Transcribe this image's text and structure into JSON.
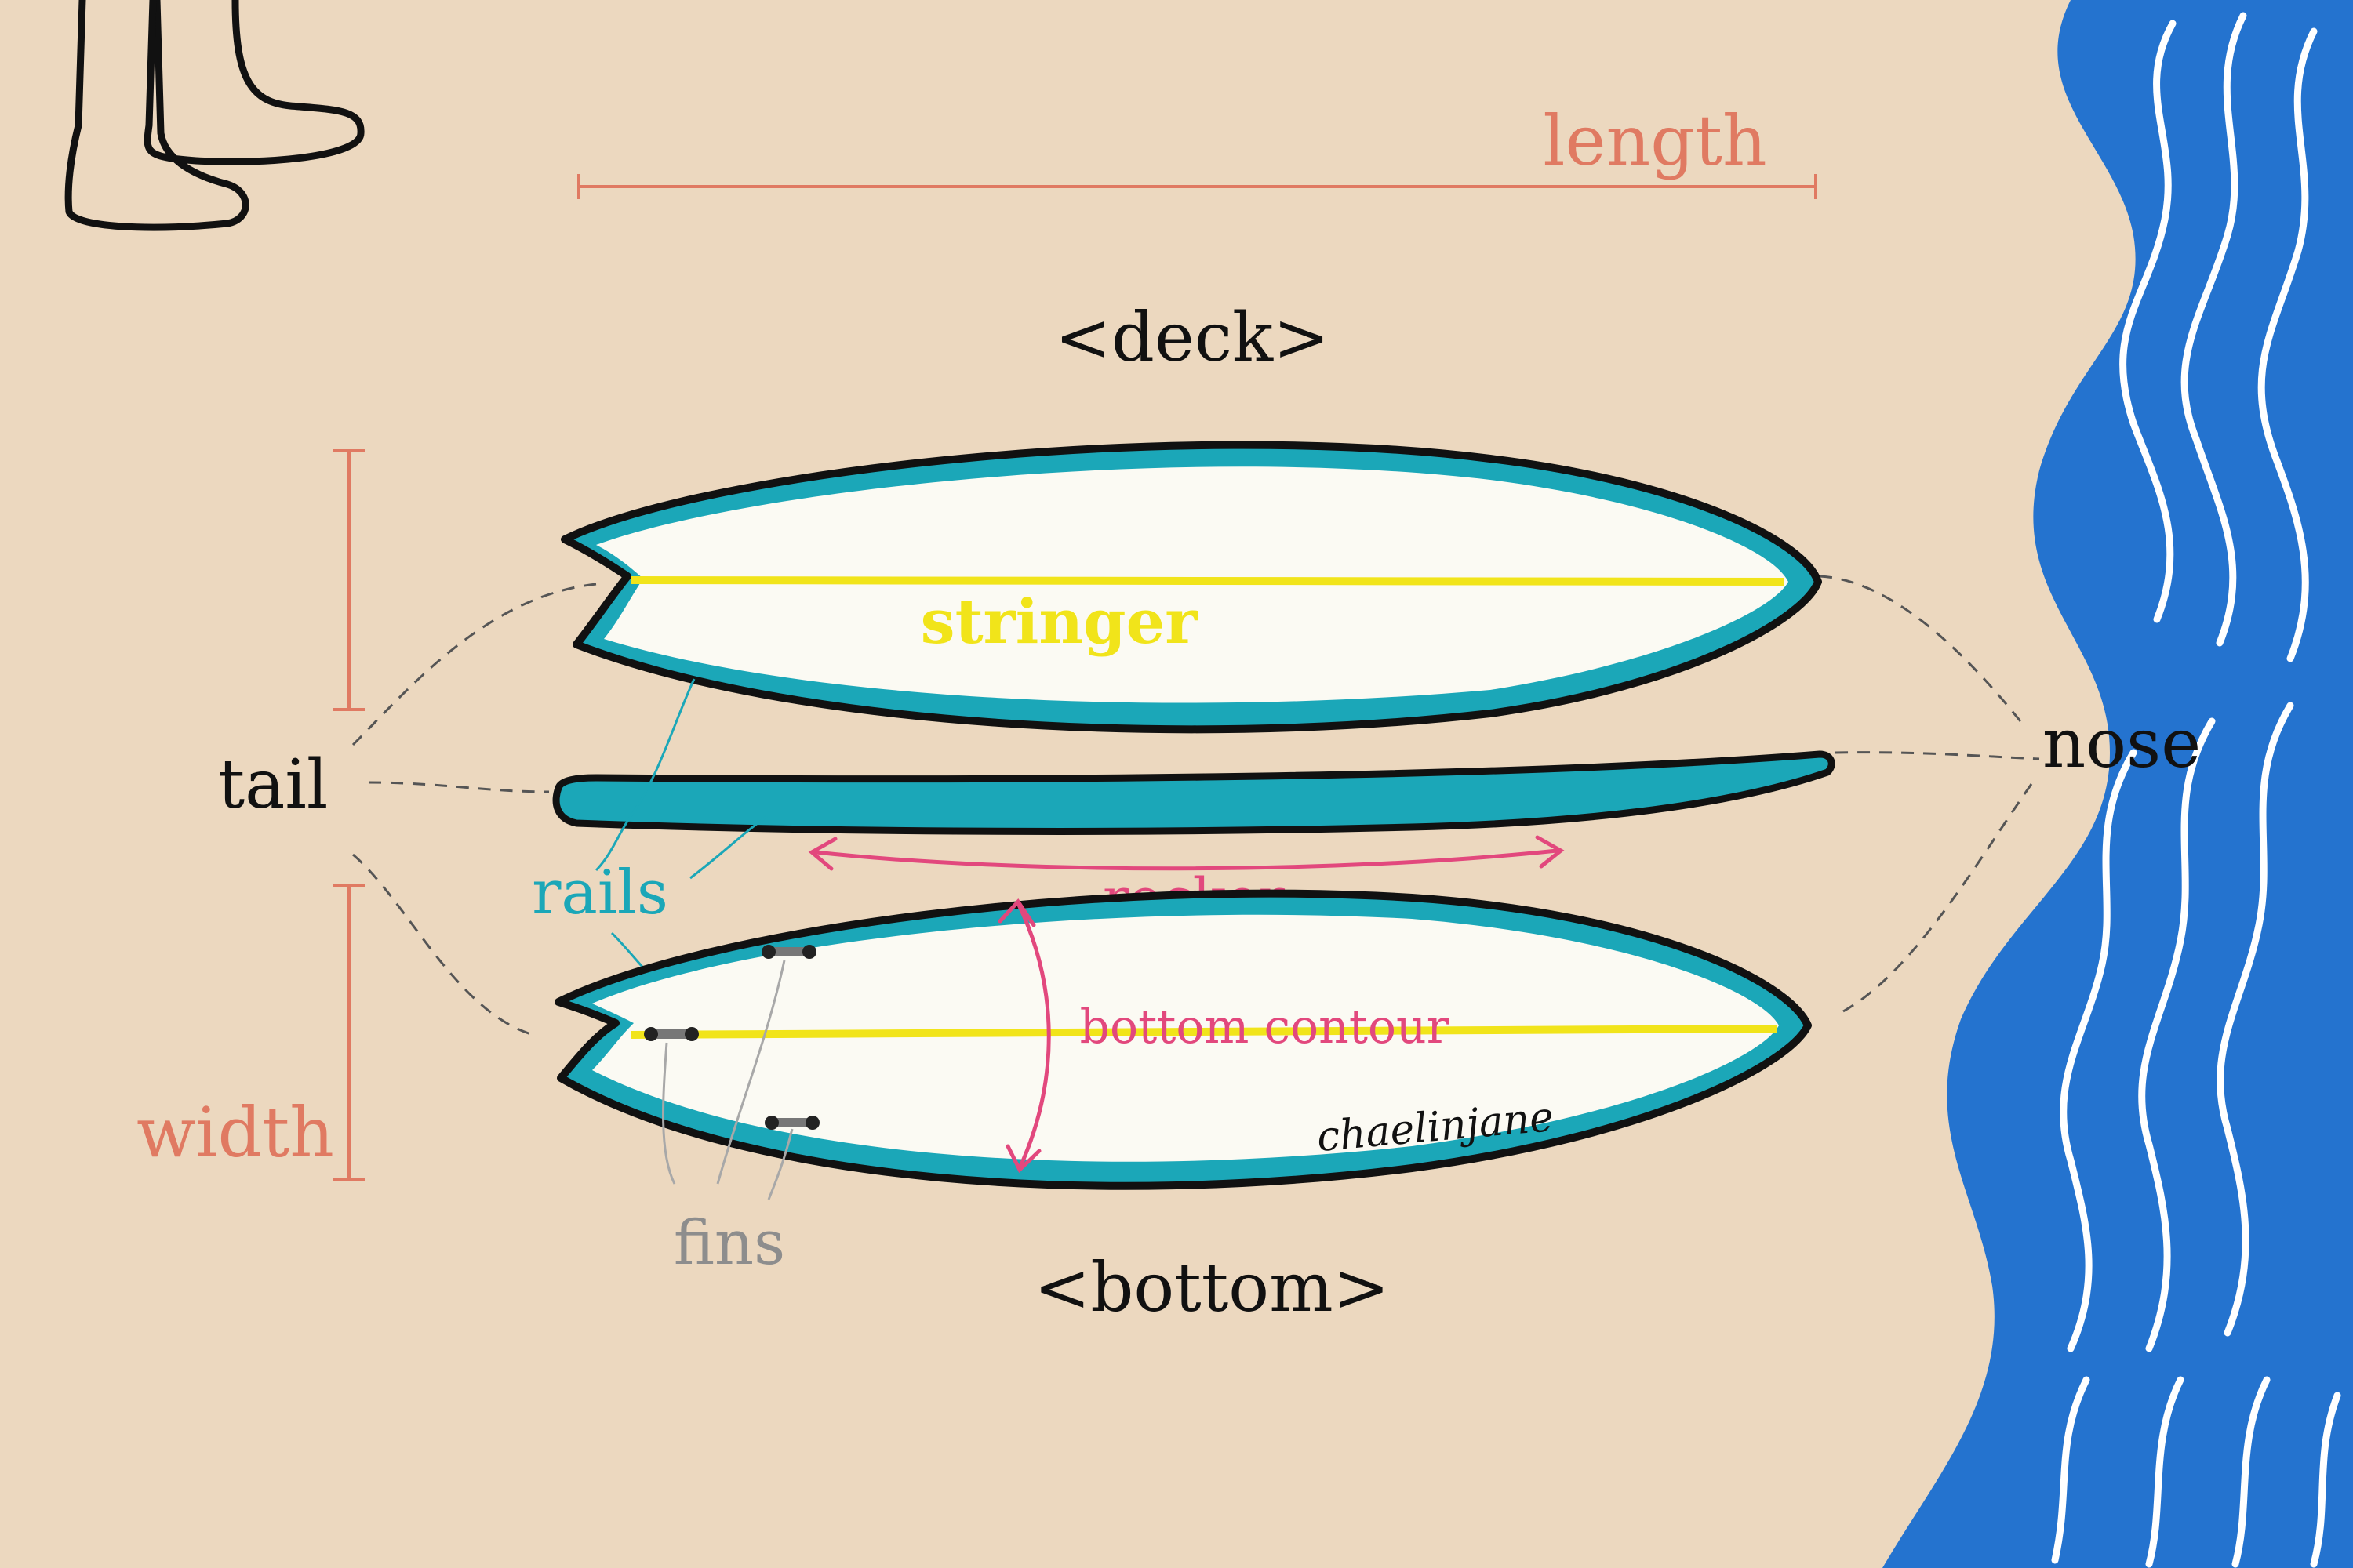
{
  "labels": {
    "length": "length",
    "deck": "<deck>",
    "bottom": "<bottom>",
    "stringer": "stringer",
    "tail": "tail",
    "nose": "nose",
    "rails": "rails",
    "rocker": "rocker",
    "bottom_contour": "bottom contour",
    "width": "width",
    "fins": "fins",
    "signature": "chaelinjane"
  },
  "colors": {
    "sand": "#ecd8bf",
    "rail_teal": "#1ba7b8",
    "board_white": "#fbfaf3",
    "stringer_yellow": "#f1e41a",
    "measure_salmon": "#e07a62",
    "rocker_pink": "#e2487d",
    "fins_gray": "#8d8d8d",
    "ocean_blue": "#2473cf",
    "outline": "#111111"
  },
  "icons": {
    "person": "person-legs-icon",
    "ocean": "ocean-waves-icon"
  }
}
